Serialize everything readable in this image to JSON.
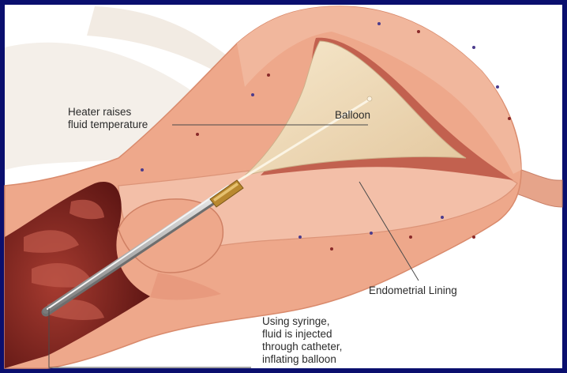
{
  "labels": {
    "heater": [
      "Heater raises",
      "fluid temperature"
    ],
    "balloon": "Balloon",
    "lining": "Endometrial Lining",
    "syringe": [
      "Using syringe,",
      "fluid is injected",
      "through catheter,",
      "inflating balloon"
    ]
  },
  "colors": {
    "frame": "#0a0f6e",
    "background": "#ffffff",
    "tissue": "#eea88b",
    "tissue_light": "#f6c9b3",
    "tissue_edge": "#d98a6c",
    "lining": "#f3bfa8",
    "cavity_dark": "#7b1f1c",
    "balloon": "#eed9b6",
    "catheter": "#bdbdbd",
    "catheter_tip": "#b9882f",
    "leader_line": "#4a4a4a"
  }
}
